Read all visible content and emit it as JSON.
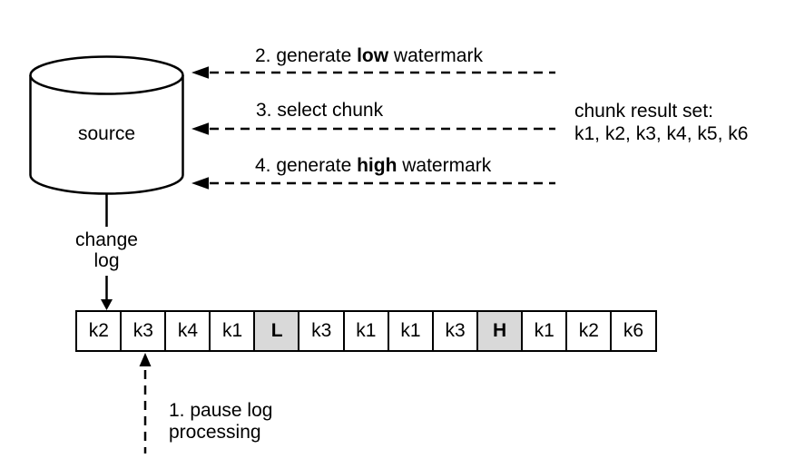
{
  "source": {
    "label": "source"
  },
  "arrows": {
    "low_watermark": {
      "prefix": "2. generate ",
      "bold": "low",
      "suffix": " watermark"
    },
    "select_chunk": {
      "text": "3. select chunk"
    },
    "high_watermark": {
      "prefix": "4. generate ",
      "bold": "high",
      "suffix": " watermark"
    }
  },
  "chunk_result": {
    "title": "chunk result set:",
    "values": "k1, k2, k3, k4, k5, k6"
  },
  "change_log": {
    "line1": "change",
    "line2": "log"
  },
  "pause": {
    "line1": "1. pause log",
    "line2": "processing"
  },
  "log": {
    "cells": [
      {
        "label": "k2",
        "highlight": false
      },
      {
        "label": "k3",
        "highlight": false
      },
      {
        "label": "k4",
        "highlight": false
      },
      {
        "label": "k1",
        "highlight": false
      },
      {
        "label": "L",
        "highlight": true
      },
      {
        "label": "k3",
        "highlight": false
      },
      {
        "label": "k1",
        "highlight": false
      },
      {
        "label": "k1",
        "highlight": false
      },
      {
        "label": "k3",
        "highlight": false
      },
      {
        "label": "H",
        "highlight": true
      },
      {
        "label": "k1",
        "highlight": false
      },
      {
        "label": "k2",
        "highlight": false
      },
      {
        "label": "k6",
        "highlight": false
      }
    ]
  },
  "colors": {
    "stroke": "#000000",
    "highlight": "#d9d9d9",
    "background": "#ffffff"
  }
}
